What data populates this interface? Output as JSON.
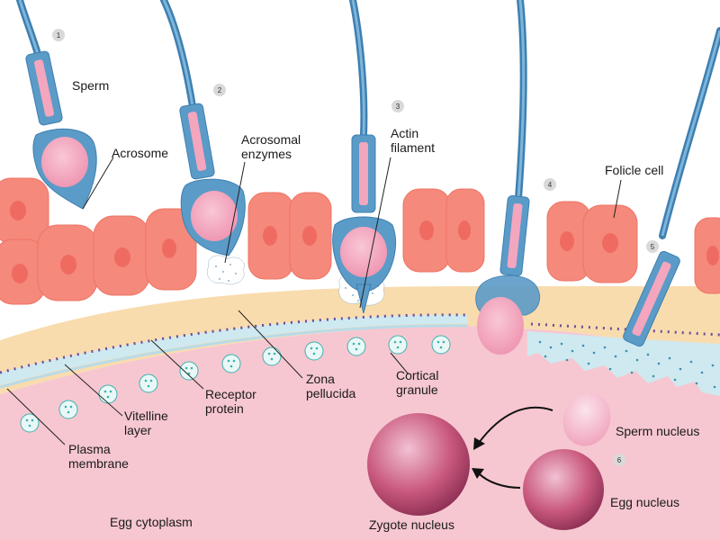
{
  "labels": {
    "sperm": "Sperm",
    "acrosome": "Acrosome",
    "acrosomal_enzymes_1": "Acrosomal",
    "acrosomal_enzymes_2": "enzymes",
    "actin_filament_1": "Actin",
    "actin_filament_2": "filament",
    "folicle_cell": "Folicle cell",
    "zona_pellucida_1": "Zona",
    "zona_pellucida_2": "pellucida",
    "cortical_granule_1": "Cortical",
    "cortical_granule_2": "granule",
    "receptor_protein_1": "Receptor",
    "receptor_protein_2": "protein",
    "vitelline_layer_1": "Vitelline",
    "vitelline_layer_2": "layer",
    "plasma_membrane_1": "Plasma",
    "plasma_membrane_2": "membrane",
    "egg_cytoplasm": "Egg cytoplasm",
    "sperm_nucleus": "Sperm nucleus",
    "egg_nucleus": "Egg nucleus",
    "zygote_nucleus": "Zygote nucleus"
  },
  "steps": [
    "1",
    "2",
    "3",
    "4",
    "5",
    "6"
  ],
  "colors": {
    "cytoplasm": "#f6c7d1",
    "zona": "#f9dcae",
    "vitelline": "#cfe9f0",
    "follicle_cell": "#f5897b",
    "follicle_nucleus": "#ef6b62",
    "sperm_body": "#5b9bc8",
    "sperm_head_fill": "#f4a6be",
    "nucleus": "#c9587d",
    "receptor": "#6b4d9c",
    "granule": "#3bb2ad"
  }
}
